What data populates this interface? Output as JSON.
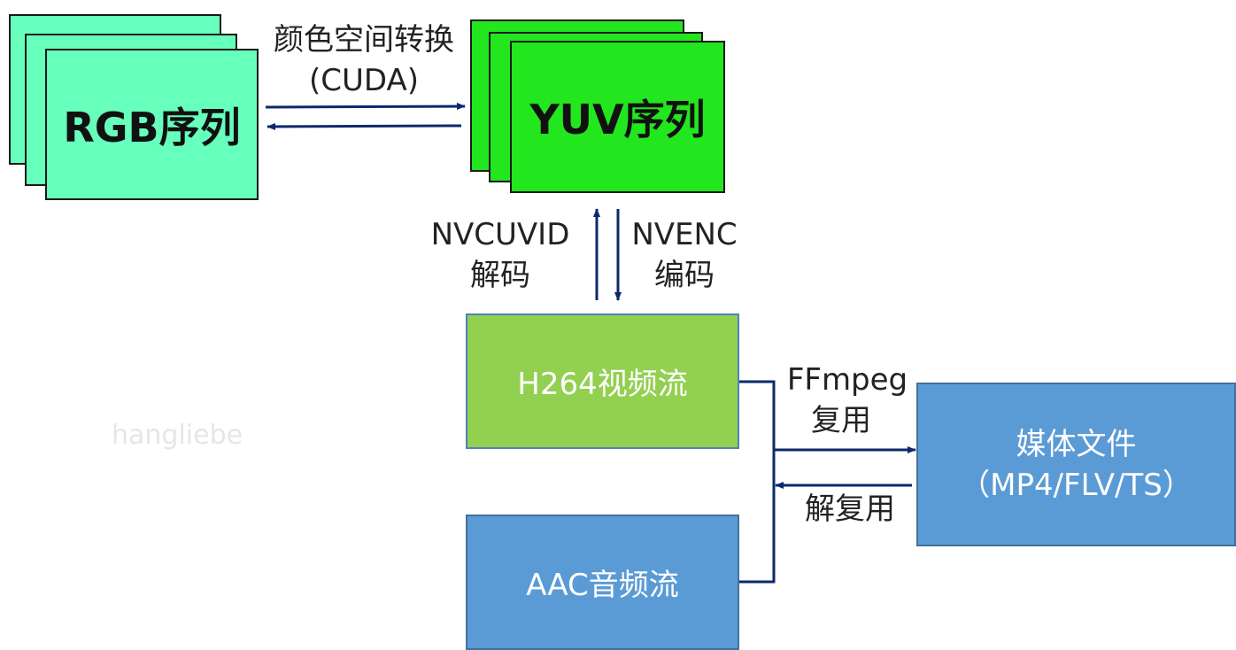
{
  "rgb_sequence": {
    "label": "RGB序列"
  },
  "yuv_sequence": {
    "label": "YUV序列"
  },
  "color_conversion": {
    "line1": "颜色空间转换",
    "line2": "(CUDA)"
  },
  "decode": {
    "line1": "NVCUVID",
    "line2": "解码"
  },
  "encode": {
    "line1": "NVENC",
    "line2": "编码"
  },
  "h264_stream": {
    "label": "H264视频流"
  },
  "aac_stream": {
    "label": "AAC音频流"
  },
  "mux": {
    "line1": "FFmpeg",
    "line2": "复用"
  },
  "demux": {
    "label": "解复用"
  },
  "media_file": {
    "line1": "媒体文件",
    "line2": "（MP4/FLV/TS）"
  },
  "watermark": {
    "text": "hangliebe"
  },
  "colors": {
    "rgb_fill": "#66ffbb",
    "yuv_fill": "#22e61e",
    "h264_fill": "#92d050",
    "blue_fill": "#5b9bd5",
    "arrow": "#0b2a6b"
  }
}
